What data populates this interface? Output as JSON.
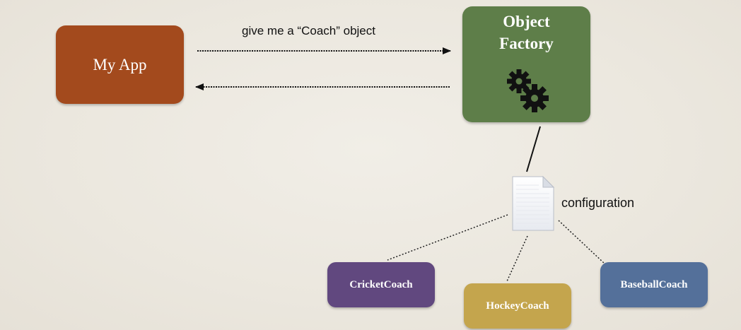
{
  "request_label": "give me a “Coach” object",
  "my_app": {
    "label": "My App"
  },
  "factory": {
    "title": "Object\nFactory",
    "icon": "gears-icon"
  },
  "configuration": {
    "label": "configuration",
    "icon": "document-icon"
  },
  "coaches": {
    "cricket": "CricketCoach",
    "hockey": "HockeyCoach",
    "baseball": "BaseballCoach"
  },
  "colors": {
    "my_app": "#a34a1d",
    "factory": "#5e7e49",
    "cricket": "#61487f",
    "hockey": "#c4a54d",
    "baseball": "#54709a"
  }
}
